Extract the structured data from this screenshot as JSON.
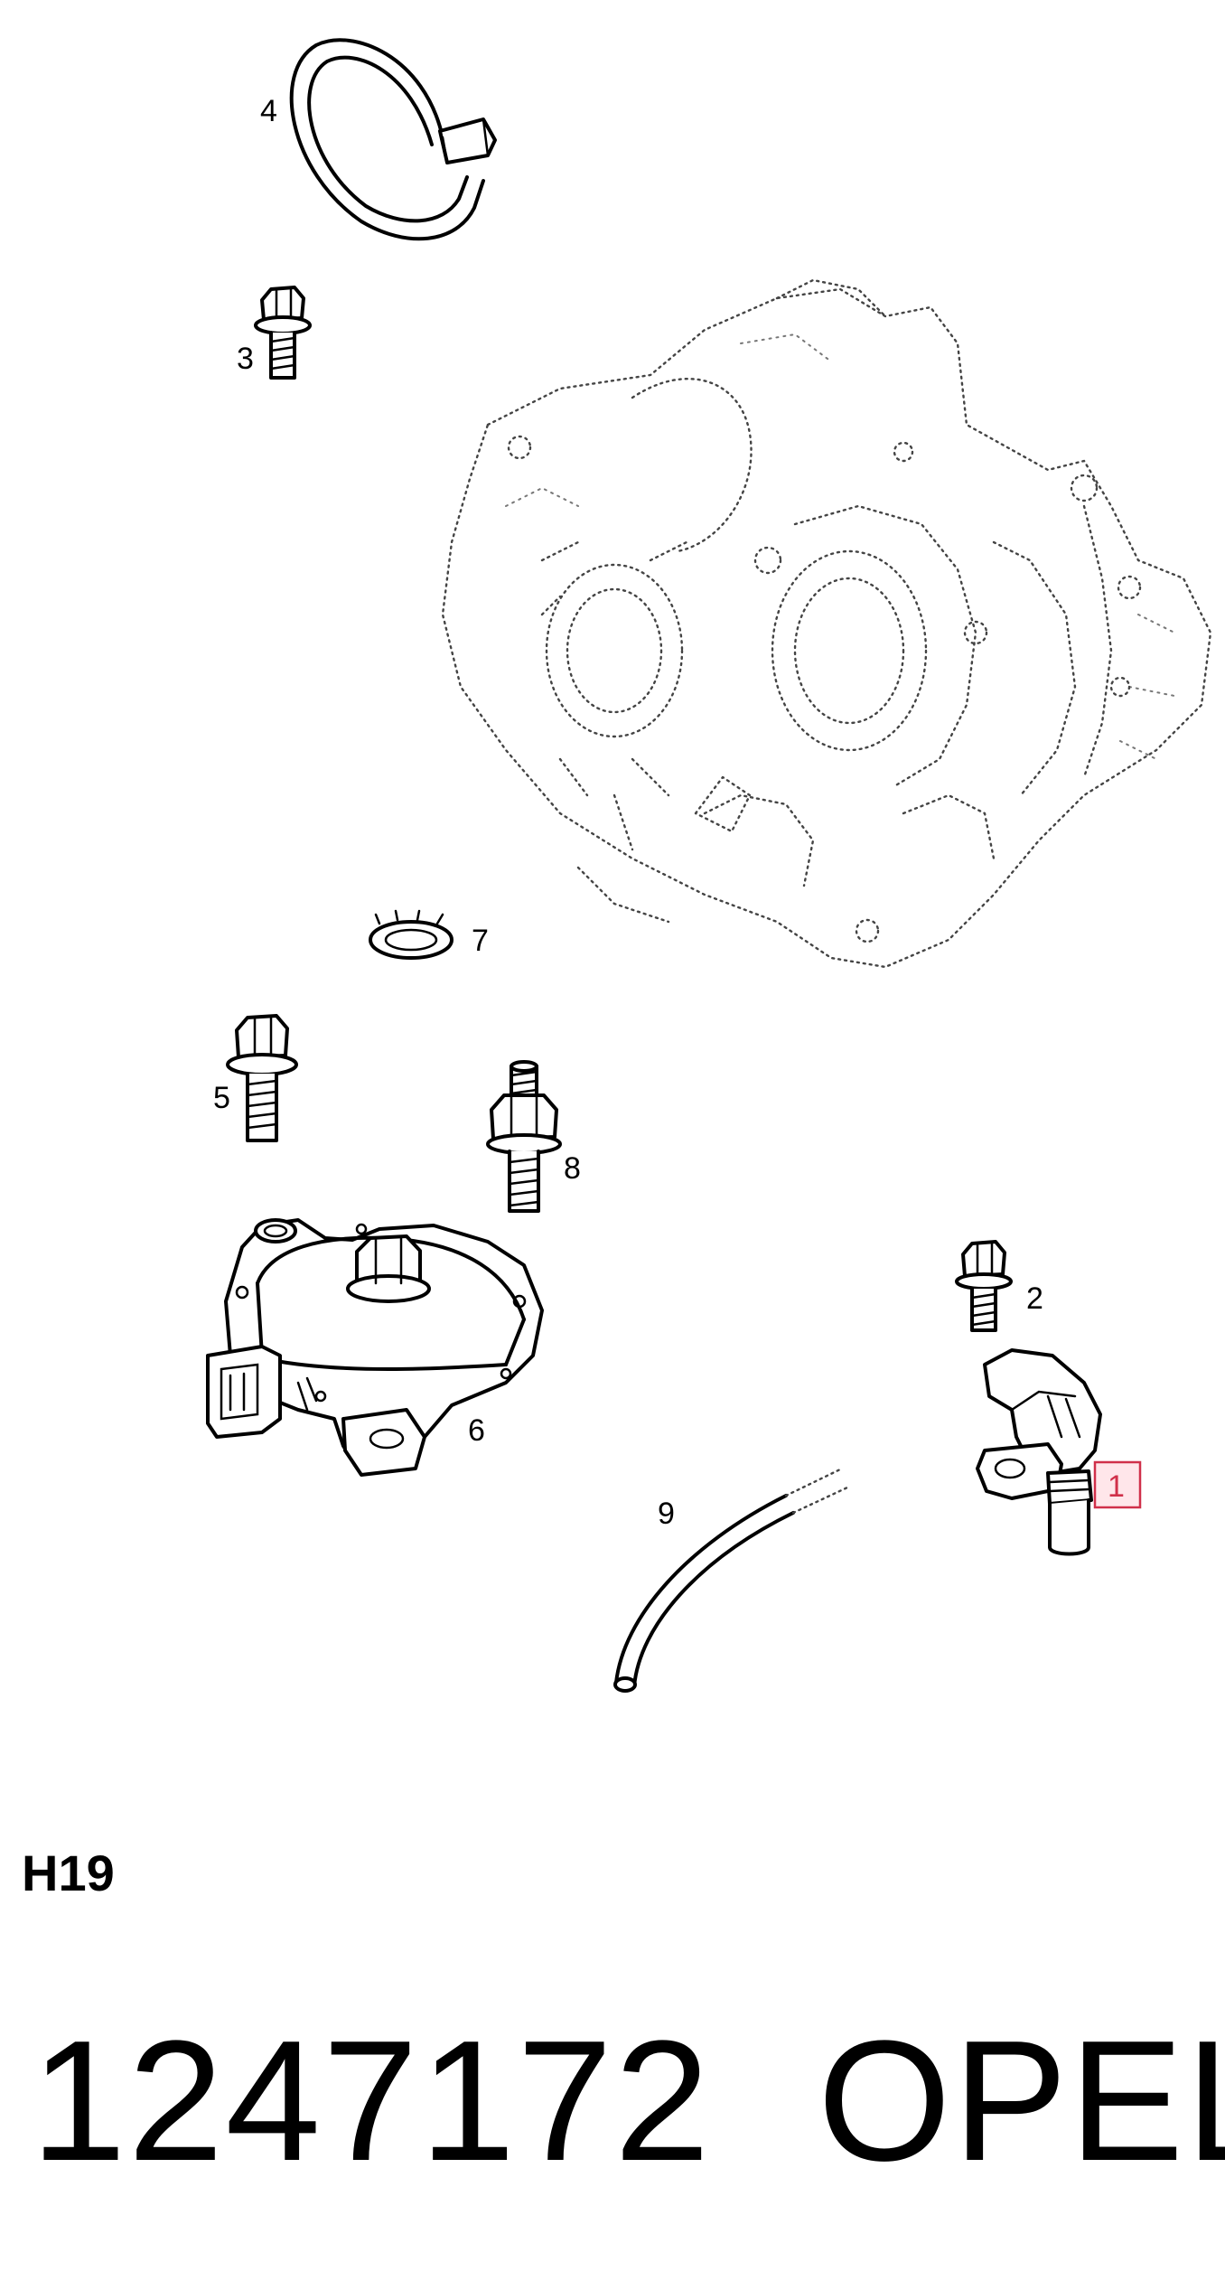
{
  "diagram": {
    "callouts": {
      "c1": "1",
      "c2": "2",
      "c3": "3",
      "c4": "4",
      "c5": "5",
      "c6": "6",
      "c7": "7",
      "c8": "8",
      "c9": "9"
    },
    "highlighted_callout": "1",
    "highlight_color": "#d0304a",
    "highlight_fill": "#ffe6ea"
  },
  "footer": {
    "diagram_code": "H19",
    "part_number": "1247172",
    "brand": "OPEL"
  }
}
